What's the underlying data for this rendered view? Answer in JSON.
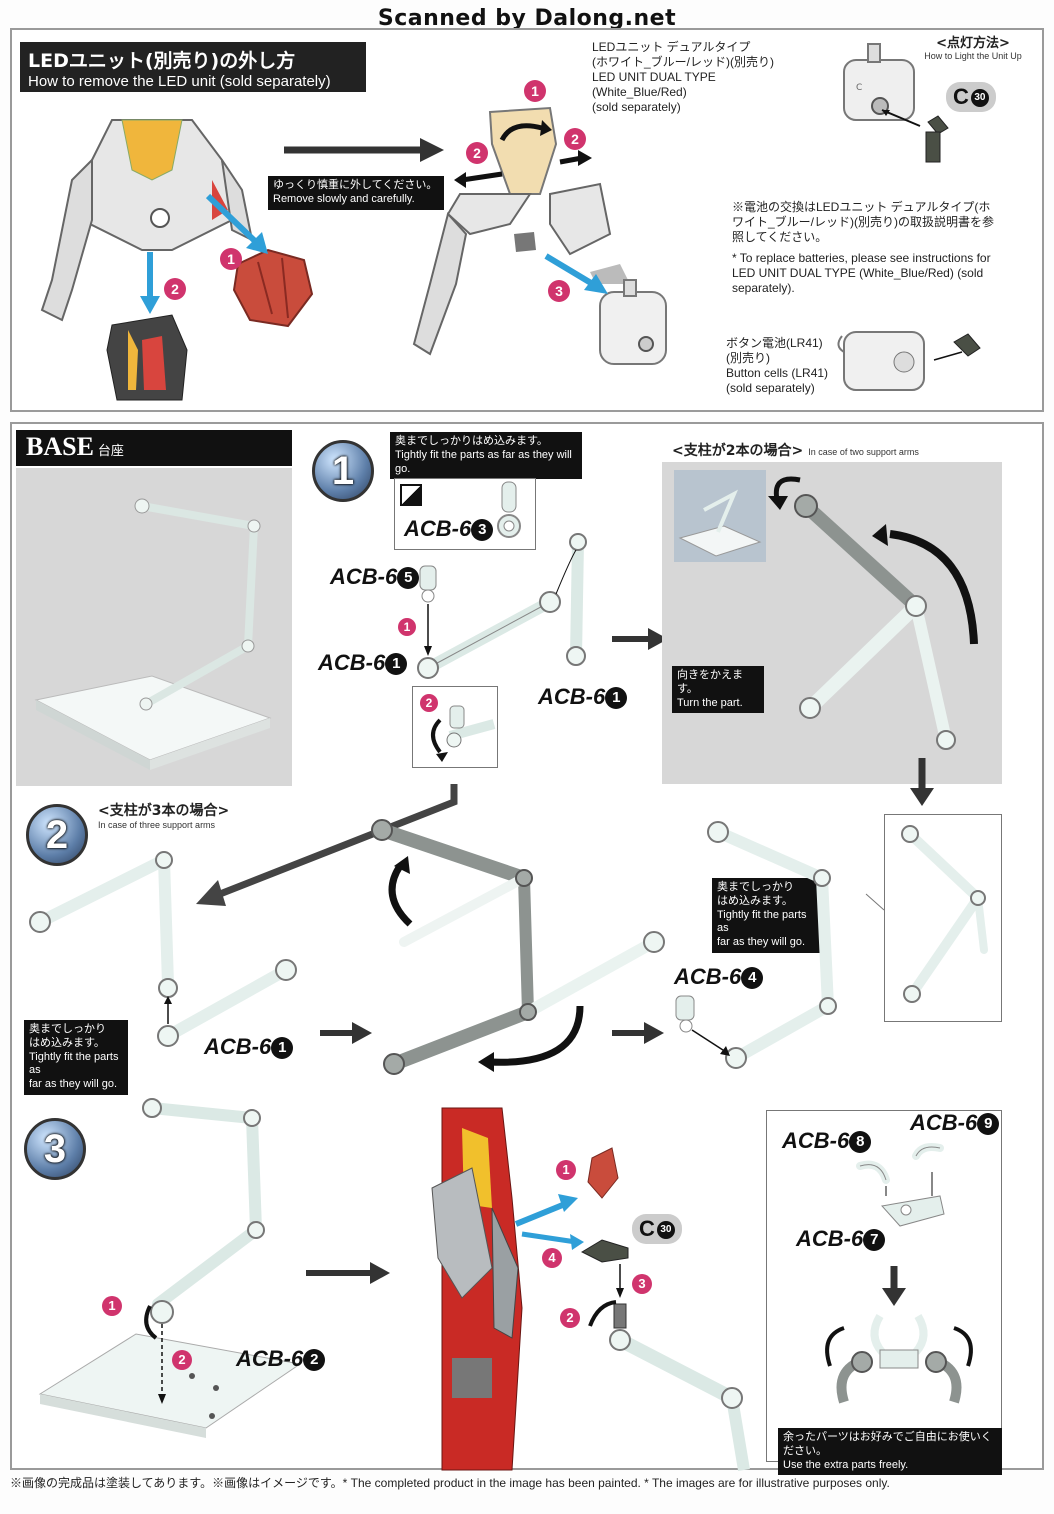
{
  "scan_credit": "Scanned by Dalong.net",
  "led_section": {
    "title_jp": "LEDユニット(別売り)の外し方",
    "title_en": "How to remove the LED unit (sold separately)",
    "unit_name_jp_line1": "LEDユニット デュアルタイプ",
    "unit_name_jp_line2": "(ホワイト_ブルー/レッド)(別売り)",
    "unit_name_en_line1": "LED UNIT DUAL TYPE (White_Blue/Red)",
    "unit_name_en_line2": "(sold separately)",
    "light_method_jp": "<点灯方法>",
    "light_method_en": "How to Light the Unit Up",
    "part_c": "C",
    "part_c_num": "30",
    "note_jp": "ゆっくり慎重に外してください。",
    "note_en": "Remove slowly and carefully.",
    "battery_note_jp": "※電池の交換はLEDユニット デュアルタイプ(ホワイト_ブルー/レッド)(別売り)の取扱説明書を参照してください。",
    "battery_note_en": "* To replace batteries, please see instructions for LED UNIT DUAL TYPE (White_Blue/Red) (sold separately).",
    "button_cell_jp": "ボタン電池(LR41)",
    "button_cell_jp2": "(別売り)",
    "button_cell_en": "Button cells (LR41)",
    "button_cell_en2": "(sold separately)",
    "step_numbers": [
      "1",
      "2",
      "2",
      "2",
      "1",
      "3"
    ]
  },
  "base_section": {
    "tag": "BASE",
    "tag_jp": "台座",
    "step1": {
      "num": "1",
      "fit_note_jp": "奥までしっかりはめ込みます。",
      "fit_note_en": "Tightly fit the parts as far as they will go.",
      "parts": [
        {
          "code": "ACB-6",
          "num": "3"
        },
        {
          "code": "ACB-6",
          "num": "5"
        },
        {
          "code": "ACB-6",
          "num": "1"
        },
        {
          "code": "ACB-6",
          "num": "1"
        }
      ],
      "two_arms_jp": "<支柱が2本の場合>",
      "two_arms_en": "In case of two support arms",
      "turn_jp": "向きをかえます。",
      "turn_en": "Turn the part."
    },
    "step2": {
      "num": "2",
      "three_arms_jp": "<支柱が3本の場合>",
      "three_arms_en": "In case of three support arms",
      "fit_note_jp_1": "奥までしっかり",
      "fit_note_jp_2": "はめ込みます。",
      "fit_note_en_1": "Tightly fit the parts as",
      "fit_note_en_2": "far as they will go.",
      "fit_note_b_jp_1": "奥までしっかり",
      "fit_note_b_jp_2": "はめ込みます。",
      "fit_note_b_en_1": "Tightly fit the parts as",
      "fit_note_b_en_2": "far as they will go.",
      "parts": [
        {
          "code": "ACB-6",
          "num": "1"
        },
        {
          "code": "ACB-6",
          "num": "4"
        }
      ]
    },
    "step3": {
      "num": "3",
      "parts": [
        {
          "code": "ACB-6",
          "num": "2"
        },
        {
          "code": "ACB-6",
          "num": "8"
        },
        {
          "code": "ACB-6",
          "num": "9"
        },
        {
          "code": "ACB-6",
          "num": "7"
        }
      ],
      "part_c": "C",
      "part_c_num": "30",
      "extra_jp": "余ったパーツはお好みでご自由にお使いください。",
      "extra_en": "Use the extra parts freely."
    }
  },
  "footer": "※画像の完成品は塗装してあります。※画像はイメージです。* The completed product in the image has been painted.  * The images are for illustrative purposes only.",
  "colors": {
    "accent_pink": "#d0346d",
    "arrow_blue": "#2f9fd8",
    "part_clear": "#d9ebe6",
    "dark": "#111111"
  }
}
